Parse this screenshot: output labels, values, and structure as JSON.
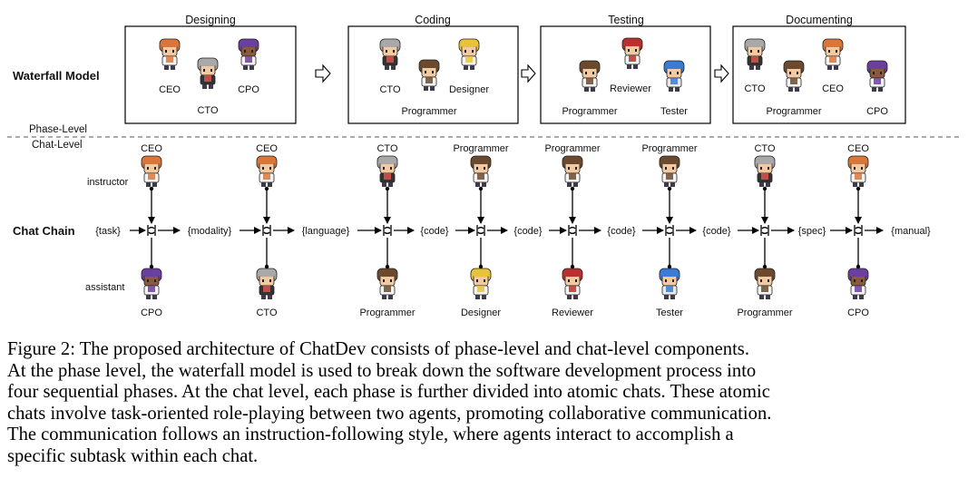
{
  "row_labels": {
    "waterfall": "Waterfall Model",
    "phase_level": "Phase-Level",
    "chat_level": "Chat-Level",
    "chat_chain": "Chat Chain",
    "instructor": "instructor",
    "assistant": "assistant"
  },
  "phases": [
    {
      "title": "Designing",
      "roles": [
        "CEO",
        "CTO",
        "CPO"
      ]
    },
    {
      "title": "Coding",
      "roles": [
        "CTO",
        "Designer",
        "Programmer"
      ]
    },
    {
      "title": "Testing",
      "roles": [
        "Reviewer",
        "Programmer",
        "Tester"
      ]
    },
    {
      "title": "Documenting",
      "roles": [
        "CTO",
        "CEO",
        "Programmer",
        "CPO"
      ]
    }
  ],
  "chat_chain": {
    "artifacts": [
      "{task}",
      "{modality}",
      "{language}",
      "{code}",
      "{code}",
      "{code}",
      "{code}",
      "{spec}",
      "{manual}"
    ],
    "instructors": [
      "CEO",
      "CEO",
      "CTO",
      "Programmer",
      "Programmer",
      "Programmer",
      "CTO",
      "CEO"
    ],
    "assistants": [
      "CPO",
      "CTO",
      "Programmer",
      "Designer",
      "Reviewer",
      "Tester",
      "Programmer",
      "CPO"
    ]
  },
  "caption": [
    "Figure 2: The proposed architecture of ChatDev consists of phase-level and chat-level components.",
    "At the phase level, the waterfall model is used to break down the software development process into",
    "four sequential phases. At the chat level, each phase is further divided into atomic chats. These atomic",
    "chats involve task-oriented role-playing between two agents, promoting collaborative communication.",
    "The communication follows an instruction-following style, where agents interact to accomplish a",
    "specific subtask within each chat."
  ],
  "role_colors": {
    "CEO": "#d9763a",
    "CTO": "#a9a9a9",
    "CPO": "#6b3fa0",
    "Programmer": "#6b4a2e",
    "Designer": "#e8c33a",
    "Reviewer": "#b8312f",
    "Tester": "#3a7bd5"
  }
}
